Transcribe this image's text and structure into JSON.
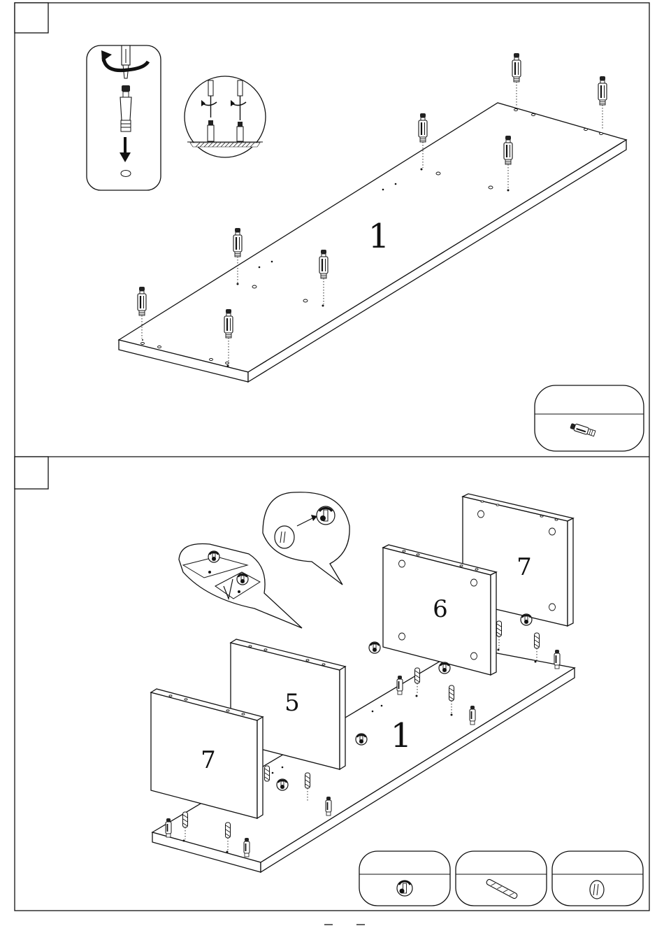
{
  "steps": [
    {
      "number": "",
      "panel_labels": [
        "1"
      ],
      "parts_box_count": 1
    },
    {
      "number": "",
      "panel_labels": [
        "1",
        "5",
        "6",
        "7",
        "7"
      ],
      "parts_box_count": 3
    }
  ],
  "icons": {
    "screwdriver": "screwdriver-icon",
    "cam_bolt": "cam-bolt-icon",
    "cam_lock": "cam-lock-icon",
    "dowel": "wood-dowel-icon",
    "cap": "cover-cap-icon",
    "rotate_arrow": "rotate-arrow-icon",
    "down_arrow": "down-arrow-icon"
  }
}
